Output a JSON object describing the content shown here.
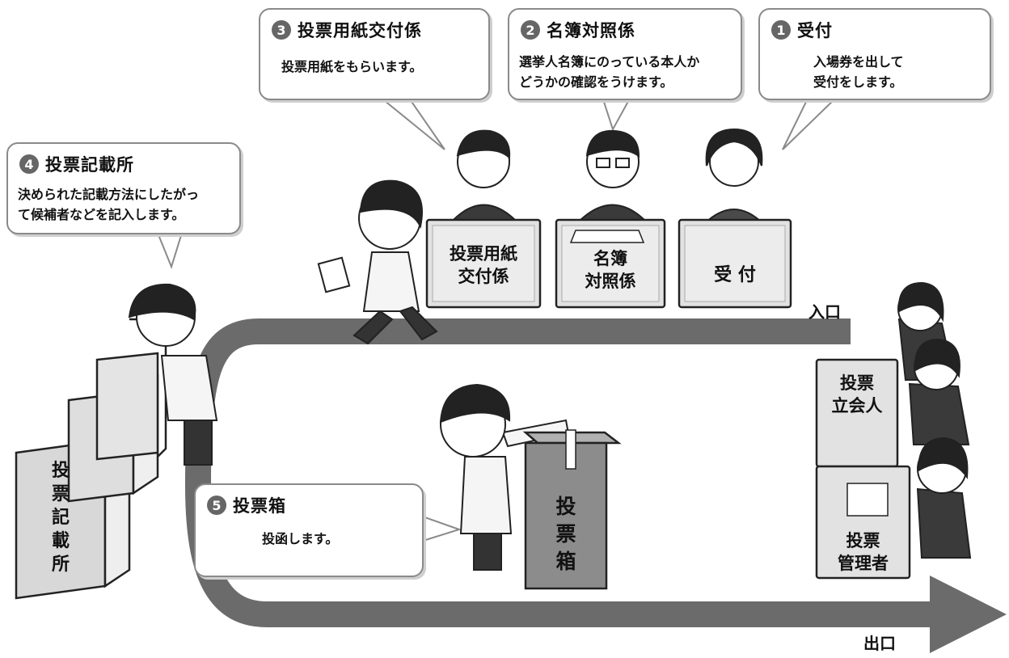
{
  "steps": [
    {
      "num": "1",
      "title": "受付",
      "text": "入場券を出して\n受付をします。"
    },
    {
      "num": "2",
      "title": "名簿対照係",
      "text": "選挙人名簿にのっている本人か\nどうかの確認をうけます。"
    },
    {
      "num": "3",
      "title": "投票用紙交付係",
      "text": "投票用紙をもらいます。"
    },
    {
      "num": "4",
      "title": "投票記載所",
      "text": "決められた記載方法にしたがっ\nて候補者などを記入します。"
    },
    {
      "num": "5",
      "title": "投票箱",
      "text": "投函します。"
    }
  ],
  "desks": {
    "ballot_issue": "投票用紙\n交付係",
    "register": "名簿\n対照係",
    "reception": "受 付"
  },
  "booth_label": "投\n票\n記\n載\n所",
  "ballot_box_label": "投\n票\n箱",
  "witness_label": "投票\n立会人",
  "manager_label": "投票\n管理者",
  "entrance_label": "入口",
  "exit_label": "出口"
}
